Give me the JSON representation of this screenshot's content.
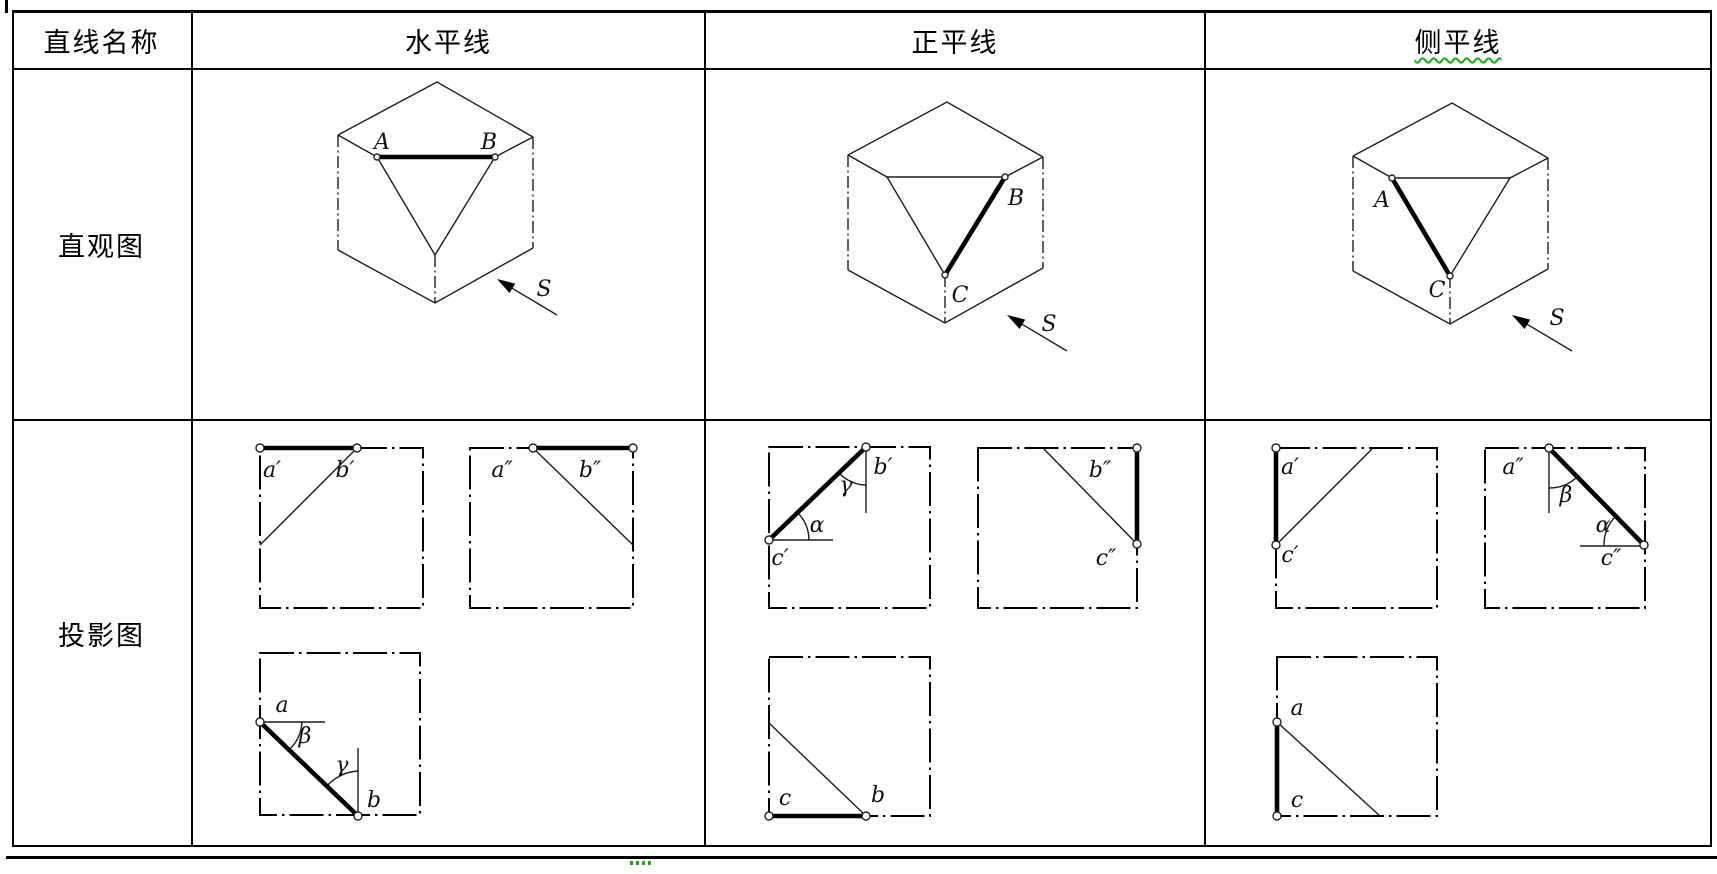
{
  "page": {
    "background": "#ffffff",
    "line_color": "#000000",
    "squiggle_color": "#21a121"
  },
  "table": {
    "corner_header": "直线名称",
    "row_labels": {
      "pictorial": "直观图",
      "projection": "投影图"
    }
  },
  "columns": [
    {
      "name": "水平线",
      "pictorial": {
        "end1": "A",
        "end2": "B",
        "arrow": "S"
      },
      "front_view": {
        "end1": "a′",
        "end2": "b′"
      },
      "side_view": {
        "end1": "a″",
        "end2": "b″"
      },
      "top_view": {
        "end1": "a",
        "end2": "b",
        "angle_beta": "β",
        "angle_gamma": "γ"
      }
    },
    {
      "name": "正平线",
      "pictorial": {
        "end1": "B",
        "end2": "C",
        "arrow": "S"
      },
      "front_view": {
        "end1": "c′",
        "end2": "b′",
        "angle_alpha": "α",
        "angle_gamma": "γ"
      },
      "side_view": {
        "end1": "b″",
        "end2": "c″"
      },
      "top_view": {
        "end1": "c",
        "end2": "b"
      }
    },
    {
      "name": "侧平线",
      "pictorial": {
        "end1": "A",
        "end2": "C",
        "arrow": "S"
      },
      "front_view": {
        "end1": "a′",
        "end2": "c′"
      },
      "side_view": {
        "end1": "a″",
        "end2": "c″",
        "angle_beta": "β",
        "angle_alpha": "α"
      },
      "top_view": {
        "end1": "a",
        "end2": "c"
      }
    }
  ]
}
